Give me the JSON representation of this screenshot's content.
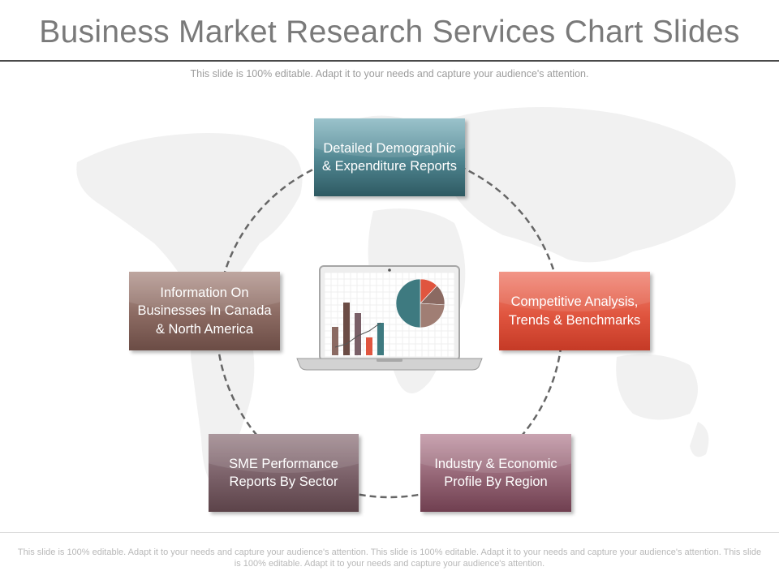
{
  "slide": {
    "title": "Business Market Research Services Chart Slides",
    "subtitle": "This slide is 100% editable. Adapt it to your needs and capture your audience's attention.",
    "footer": "This slide is 100% editable. Adapt it to your needs and capture your audience's attention. This slide is 100% editable. Adapt it to your needs and capture your audience's attention. This slide is 100% editable. Adapt it to your needs and capture your audience's attention."
  },
  "nodes": {
    "top": "Detailed Demographic & Expenditure Reports",
    "left": "Information On Businesses In Canada & North America",
    "right": "Competitive Analysis, Trends & Benchmarks",
    "bottom_left": "SME Performance Reports By Sector",
    "bottom_right": "Industry & Economic Profile By Region"
  },
  "colors": {
    "top": "#4f8590",
    "left": "#8b6a62",
    "right": "#e0553f",
    "bottom_left": "#7a6068",
    "bottom_right": "#946575",
    "connector": "#666666"
  },
  "laptop_screen": {
    "bars": [
      {
        "value": 0.35,
        "color": "#8b6a62"
      },
      {
        "value": 0.65,
        "color": "#6b4c45"
      },
      {
        "value": 0.52,
        "color": "#7a6068"
      },
      {
        "value": 0.22,
        "color": "#e0553f"
      },
      {
        "value": 0.4,
        "color": "#3e7a80"
      }
    ],
    "trend": [
      0.1,
      0.14,
      0.24,
      0.3,
      0.4
    ],
    "pie": [
      {
        "value": 0.12,
        "color": "#e0553f"
      },
      {
        "value": 0.14,
        "color": "#8b6a62"
      },
      {
        "value": 0.24,
        "color": "#a07e74"
      },
      {
        "value": 0.5,
        "color": "#3e7a80"
      }
    ]
  }
}
